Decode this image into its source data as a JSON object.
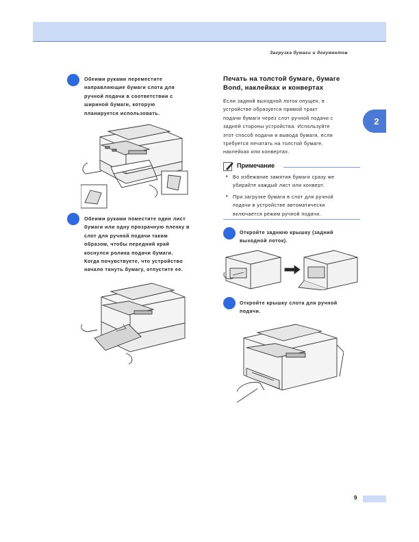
{
  "header": {
    "title": "Загрузка бумаги и документов"
  },
  "chapter_tab": "2",
  "left": {
    "step1": "Обеими руками переместите\nнаправляющие бумаги слота для\nручной подачи в соответствии с\nшириной бумаги, которую\nпланируется использовать.",
    "step2": "Обеими руками поместите один лист\nбумаги или одну прозрачную пленку в\nслот для ручной подачи таким\nобразом, чтобы передний край\nкоснулся ролика подачи бумаги.\nКогда почувствуете, что устройство\nначало тянуть бумагу, отпустите ее."
  },
  "right": {
    "section_title": "Печать на толстой бумаге, бумаге\nBond, наклейках и конвертах",
    "section_body": "Если задний выходной лоток опущен, в\nустройстве образуется прямой тракт\nподачи бумаги через слот ручной подачи с\nзадней стороны устройства. Используйте\nэтот способ подачи и вывода бумаги, если\nтребуется печатать на толстой бумаге,\nнаклейках или конвертах.",
    "note": {
      "title": "Примечание",
      "bullets": [
        "Во избежание замятия бумаги сразу же\nубирайте каждый лист или конверт.",
        "При загрузке бумаги в слот для ручной\nподачи в устройстве автоматически\nвключается режим ручной подачи."
      ]
    },
    "step1": "Откройте заднюю крышку (задний\nвыходной лоток).",
    "step2": "Откройте крышку слота для ручной\nподачи."
  },
  "footer": {
    "page_number": "9"
  },
  "colors": {
    "accent_blue": "#2d6ae0",
    "band_light_blue": "#ccdcf6",
    "tab_blue": "#4a79d6"
  }
}
